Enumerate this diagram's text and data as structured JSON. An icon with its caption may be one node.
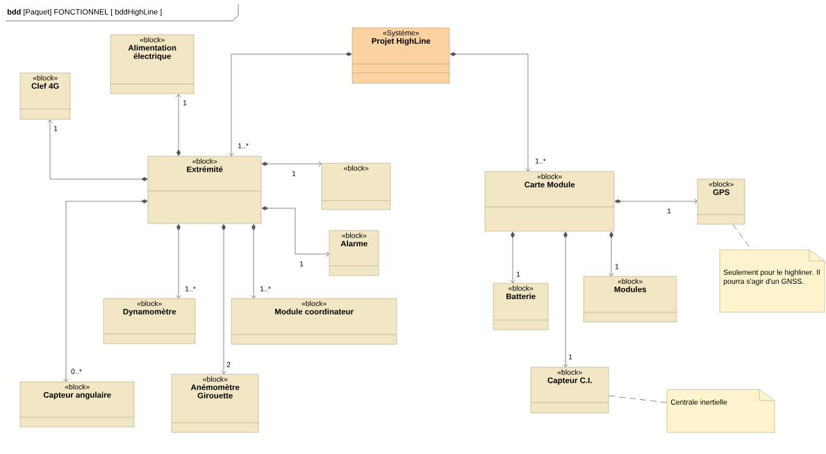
{
  "diagram": {
    "title": "**bdd** [Paquet] FONCTIONNEL [ bddHighLine ]",
    "nodes": [
      {
        "text": [
          "«Système»",
          "Projet HighLine"
        ]
      },
      {
        "text": [
          "«block»",
          "Alimentation électrique"
        ]
      },
      {
        "text": [
          "«block»",
          "Clef 4G"
        ]
      },
      {
        "text": [
          "«block»",
          "Extrémité"
        ]
      },
      {
        "text": [
          "«block»"
        ]
      },
      {
        "text": [
          "«block»",
          "Alarme"
        ]
      },
      {
        "text": [
          "«block»",
          "Carte Module"
        ]
      },
      {
        "text": [
          "«block»",
          "GPS"
        ]
      },
      {
        "text": [
          "Seulement pour le highliner. Il pourra s'agir d'un GNSS."
        ]
      },
      {
        "text": [
          "«block»",
          "Dynamomètre"
        ]
      },
      {
        "text": [
          "«block»",
          "Module coordinateur"
        ]
      },
      {
        "text": [
          "«block»",
          "Batterie"
        ]
      },
      {
        "text": [
          "«block»",
          "Modules"
        ]
      },
      {
        "text": [
          "«block»",
          "Capteur angulaire"
        ]
      },
      {
        "text": [
          "«block»",
          "Anémomètre Girouette"
        ]
      },
      {
        "text": [
          "«block»",
          "Capteur C.I."
        ]
      },
      {
        "text": [
          "Centrale inertielle"
        ]
      }
    ],
    "edges": [
      {
        "from": 0,
        "to": 3,
        "arrow": "to",
        "label": "1..*"
      },
      {
        "from": 0,
        "to": 6,
        "arrow": "to",
        "label": "1..*"
      },
      {
        "from": 3,
        "to": 1,
        "arrow": "to",
        "label": "1"
      },
      {
        "from": 3,
        "to": 2,
        "arrow": "to",
        "label": "1"
      },
      {
        "from": 3,
        "to": 4,
        "arrow": "to",
        "label": "1"
      },
      {
        "from": 3,
        "to": 5,
        "arrow": "to",
        "label": "1"
      },
      {
        "from": 3,
        "to": 13,
        "arrow": "to",
        "label": "0..*"
      },
      {
        "from": 3,
        "to": 9,
        "arrow": "to",
        "label": "1..*"
      },
      {
        "from": 3,
        "to": 14,
        "arrow": "to",
        "label": "2"
      },
      {
        "from": 3,
        "to": 10,
        "arrow": "to",
        "label": "1..*"
      },
      {
        "from": 6,
        "to": 7,
        "arrow": "to",
        "label": "1"
      },
      {
        "from": 6,
        "to": 11,
        "arrow": "to",
        "label": "1"
      },
      {
        "from": 6,
        "to": 15,
        "arrow": "to",
        "label": "1"
      },
      {
        "from": 6,
        "to": 12,
        "arrow": "to",
        "label": "1"
      },
      {
        "from": 7,
        "to": 8,
        "arrow": "none",
        "style": "dashed"
      },
      {
        "from": 15,
        "to": 16,
        "arrow": "none",
        "style": "dashed"
      }
    ]
  }
}
